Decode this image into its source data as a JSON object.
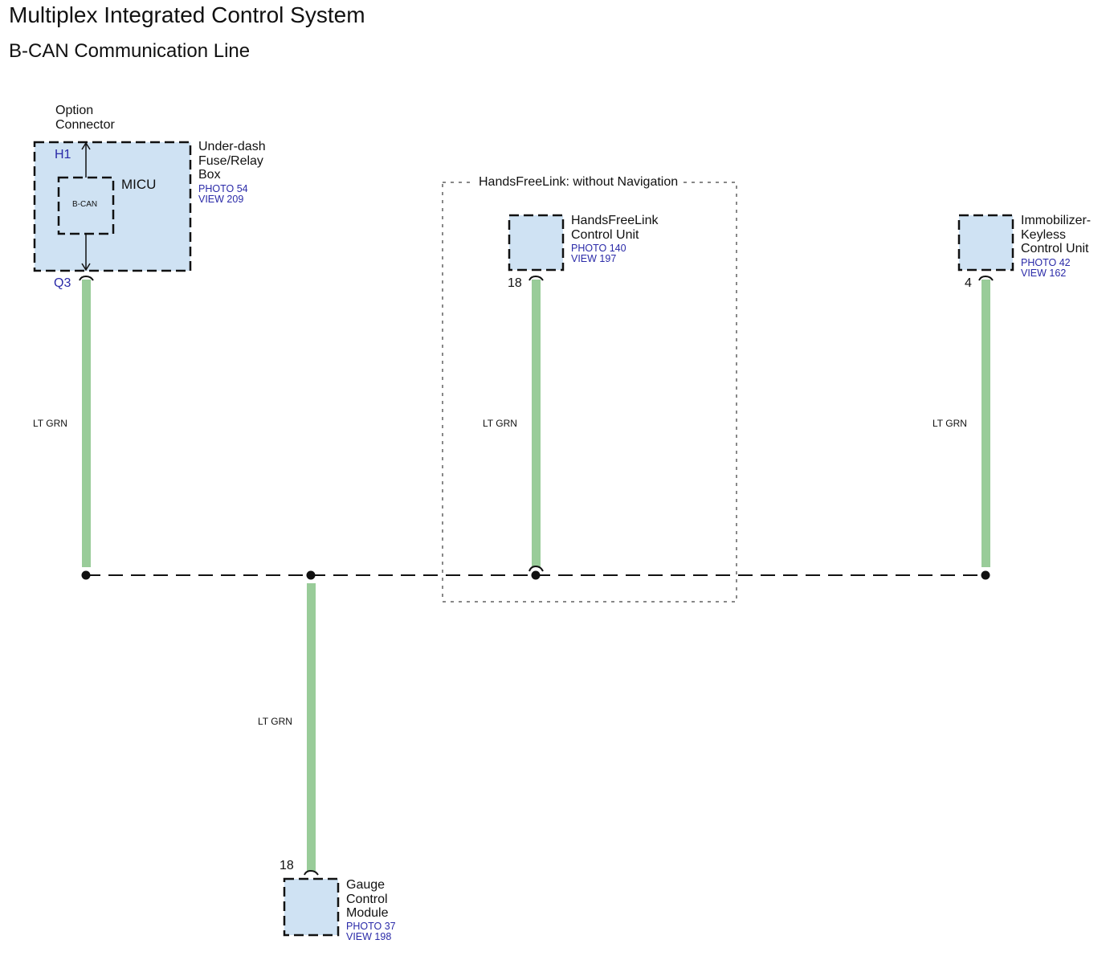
{
  "header": {
    "title": "Multiplex Integrated Control System",
    "subtitle": "B-CAN Communication Line"
  },
  "colors": {
    "component_fill": "#cfe2f3",
    "wire_lt_grn": "#99cc99",
    "reference_text": "#2a2aa8",
    "line": "#111111"
  },
  "components": {
    "fuse_box": {
      "name_lines": [
        "Under-dash",
        "Fuse/Relay",
        "Box"
      ],
      "photo": "PHOTO 54",
      "view": "VIEW 209",
      "option_connector_lines": [
        "Option",
        "Connector"
      ],
      "pin_top": "H1",
      "pin_bottom": "Q3",
      "inner_module": "MICU",
      "inner_block": "B-CAN"
    },
    "handsfreelink": {
      "group_label": "HandsFreeLink: without Navigation",
      "name_lines": [
        "HandsFreeLink",
        "Control Unit"
      ],
      "photo": "PHOTO 140",
      "view": "VIEW 197",
      "pin": "18"
    },
    "immobilizer": {
      "name_lines": [
        "Immobilizer-",
        "Keyless",
        "Control Unit"
      ],
      "photo": "PHOTO 42",
      "view": "VIEW 162",
      "pin": "4"
    },
    "gauge": {
      "name_lines": [
        "Gauge",
        "Control",
        "Module"
      ],
      "photo": "PHOTO 37",
      "view": "VIEW 198",
      "pin": "18"
    }
  },
  "wires": [
    {
      "id": "micu-wire",
      "color_label": "LT GRN"
    },
    {
      "id": "hfl-wire",
      "color_label": "LT GRN"
    },
    {
      "id": "immobilizer-wire",
      "color_label": "LT GRN"
    },
    {
      "id": "gauge-wire",
      "color_label": "LT GRN"
    }
  ]
}
